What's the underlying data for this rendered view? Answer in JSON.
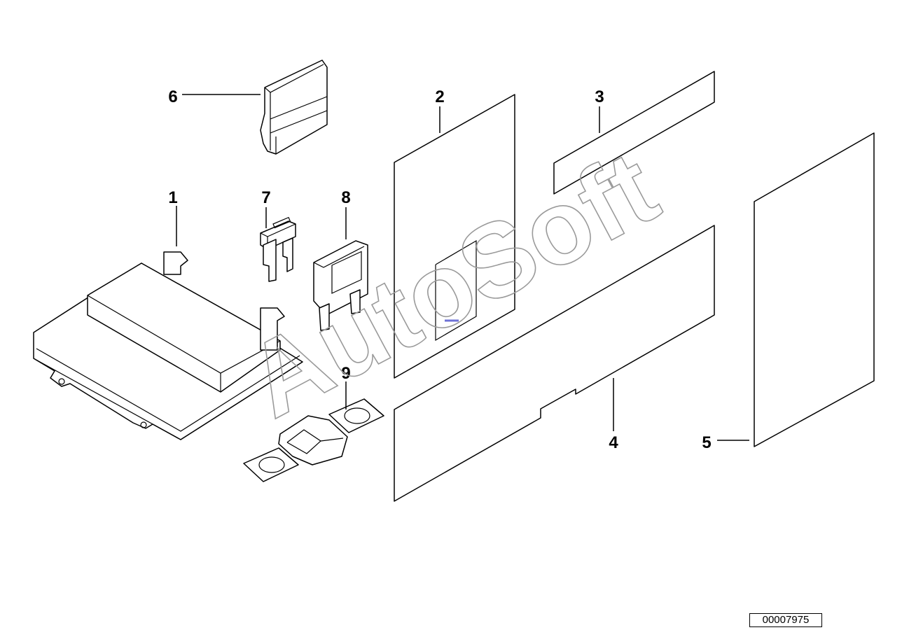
{
  "diagram": {
    "callouts": [
      {
        "id": "1",
        "label": "1"
      },
      {
        "id": "2",
        "label": "2"
      },
      {
        "id": "3",
        "label": "3"
      },
      {
        "id": "4",
        "label": "4"
      },
      {
        "id": "5",
        "label": "5"
      },
      {
        "id": "6",
        "label": "6"
      },
      {
        "id": "7",
        "label": "7"
      },
      {
        "id": "8",
        "label": "8"
      },
      {
        "id": "9",
        "label": "9"
      }
    ],
    "watermark": "AutoSoft",
    "diagram_number": "00007975"
  }
}
